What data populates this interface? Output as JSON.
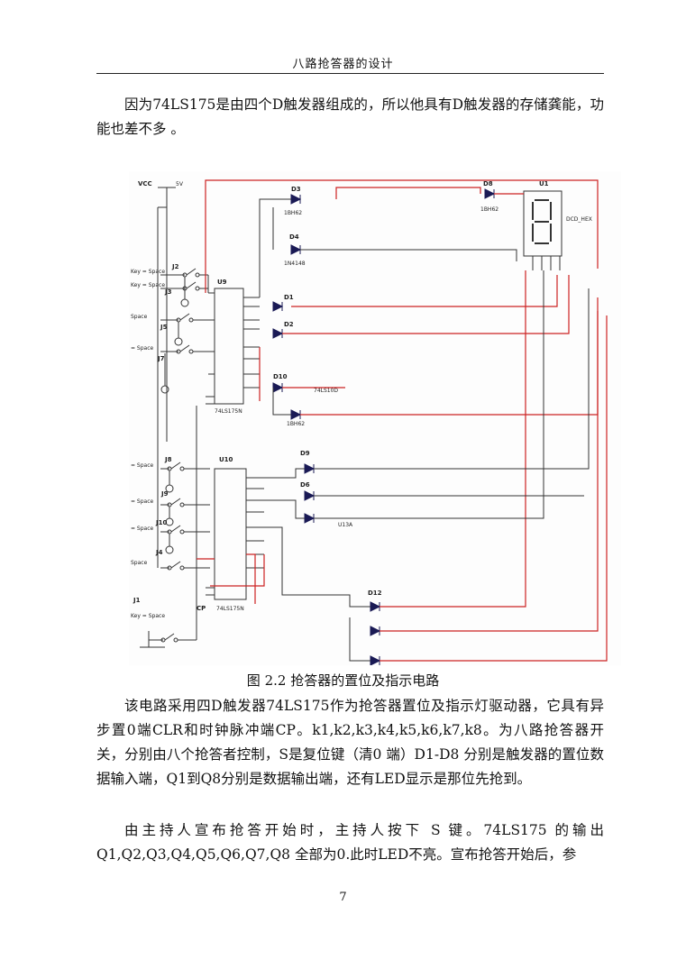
{
  "header": {
    "title": "八路抢答器的设计"
  },
  "paragraphs": {
    "p1": "因为74LS175是由四个D触发器组成的，所以他具有D触发器的存储龚能，功能也差不多 。",
    "p2": "该电路采用四D触发器74LS175作为抢答器置位及指示灯驱动器，它具有异步置0端CLR和时钟脉冲端CP。k1,k2,k3,k4,k5,k6,k7,k8。为八路抢答器开关，分别由八个抢答者控制，S是复位键（清0 端）D1-D8 分别是触发器的置位数据输入端，Q1到Q8分别是数据输出端，还有LED显示是那位先抢到。",
    "p3": "由主持人宣布抢答开始时，主持人按下 S 键。74LS175 的输出Q1,Q2,Q3,Q4,Q5,Q6,Q7,Q8 全部为0.此时LED不亮。宣布抢答开始后，参"
  },
  "figure": {
    "caption": "图 2.2 抢答器的置位及指示电路",
    "labels": {
      "vcc": "VCC",
      "five_v": "5V",
      "u9": "U9",
      "u10": "U10",
      "u1": "U1",
      "dcd_hex": "DCD_HEX",
      "chip_u9": "74LS175N",
      "chip_u10": "74LS175N",
      "cp": "CP",
      "u13a": "U13A",
      "d1": "D1",
      "d2": "D2",
      "d3": "D3",
      "d4": "D4",
      "d6": "D6",
      "d8": "D8",
      "d9": "D9",
      "d10": "D10",
      "d12": "D12",
      "j1": "J1",
      "j2": "J2",
      "j3": "J3",
      "j5": "J5",
      "j7": "J7",
      "j8": "J8",
      "j9": "J9",
      "j10": "J10",
      "j4": "J4",
      "key_space_1": "Key = Space",
      "key_space_2": "Key = Space",
      "space_1": "Space",
      "space_2": "= Space",
      "space_3": "= Space",
      "space_4": "= Space",
      "space_5": "= Space",
      "space_6": "Space",
      "key_space_3": "Key = Space",
      "diode_type": "1BH62",
      "diode_type_b": "1N4148",
      "net_74ls": "74LS10D"
    }
  },
  "page_number": "7"
}
